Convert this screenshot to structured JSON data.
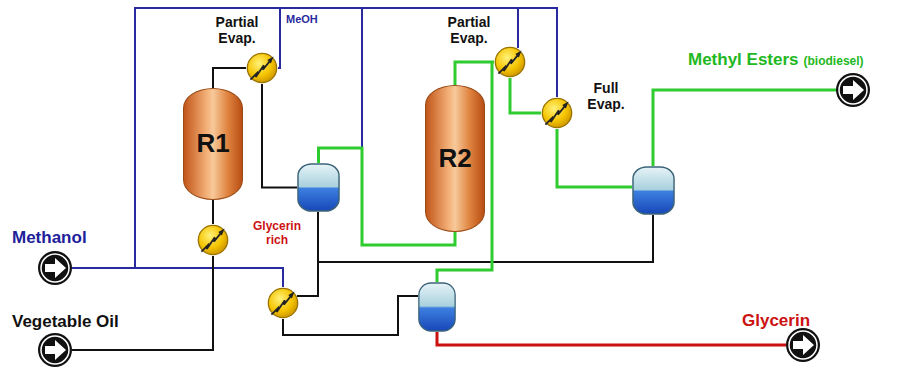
{
  "diagram": {
    "nodes": [
      {
        "text": [
          "R1"
        ]
      },
      {
        "text": [
          "Partial Evap."
        ]
      },
      {
        "text": [
          "Glycerin rich"
        ]
      },
      {
        "text": [
          "R2"
        ]
      },
      {
        "text": [
          "Partial Evap."
        ]
      },
      {
        "text": [
          "Full Evap."
        ]
      }
    ],
    "edges": [
      {
        "from": 0,
        "to": 1,
        "arrow": "none"
      },
      {
        "from": 1,
        "to": 2,
        "arrow": "none"
      },
      {
        "from": 2,
        "to": 3,
        "arrow": "none"
      },
      {
        "from": 3,
        "to": 4,
        "arrow": "none"
      },
      {
        "from": 4,
        "to": 5,
        "arrow": "none"
      }
    ],
    "labels": [
      "MeOH",
      "Methanol",
      "Vegetable Oil",
      "Methyl Esters",
      "(biodiesel)",
      "Glycerin"
    ]
  }
}
